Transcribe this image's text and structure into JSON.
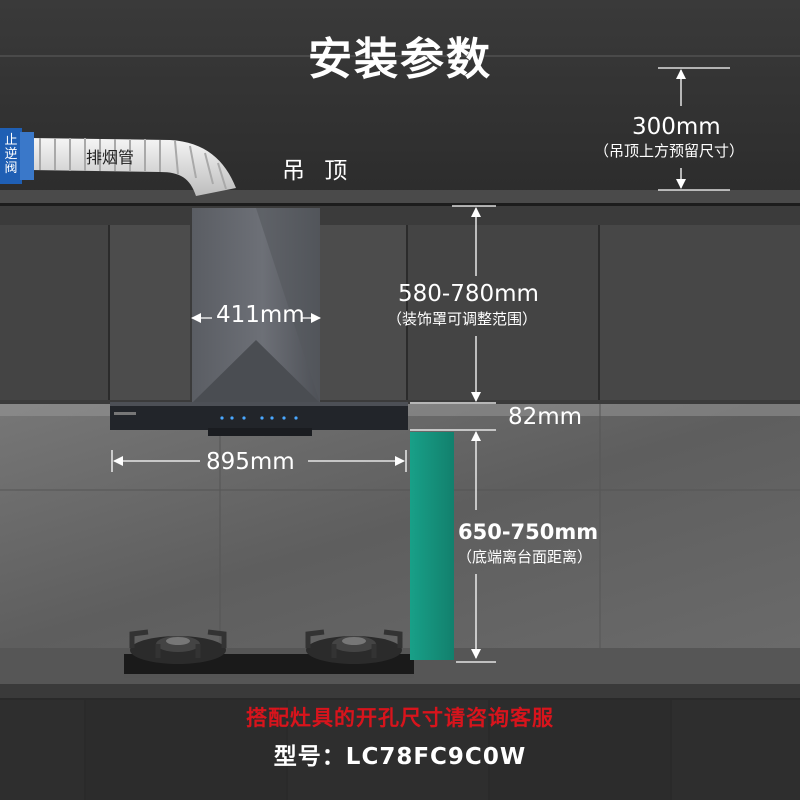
{
  "title": "安装参数",
  "ceiling_label": "吊 顶",
  "pipe_label": "排烟管",
  "valve_label": "止逆阀",
  "dimensions": {
    "ceiling_space": {
      "value": "300mm",
      "note": "（吊顶上方预留尺寸）"
    },
    "decor_cover": {
      "value": "580-780mm",
      "note": "（装饰罩可调整范围）"
    },
    "cover_width": {
      "value": "411mm"
    },
    "hood_height": {
      "value": "82mm"
    },
    "hood_width": {
      "value": "895mm"
    },
    "hob_distance": {
      "value": "650-750mm",
      "note": "（底端离台面距离）"
    }
  },
  "warning": "搭配灶具的开孔尺寸请咨询客服",
  "model": {
    "label": "型号：",
    "value": "LC78FC9C0W"
  },
  "colors": {
    "warning": "#d8141c",
    "accent": "#1aa58a"
  }
}
